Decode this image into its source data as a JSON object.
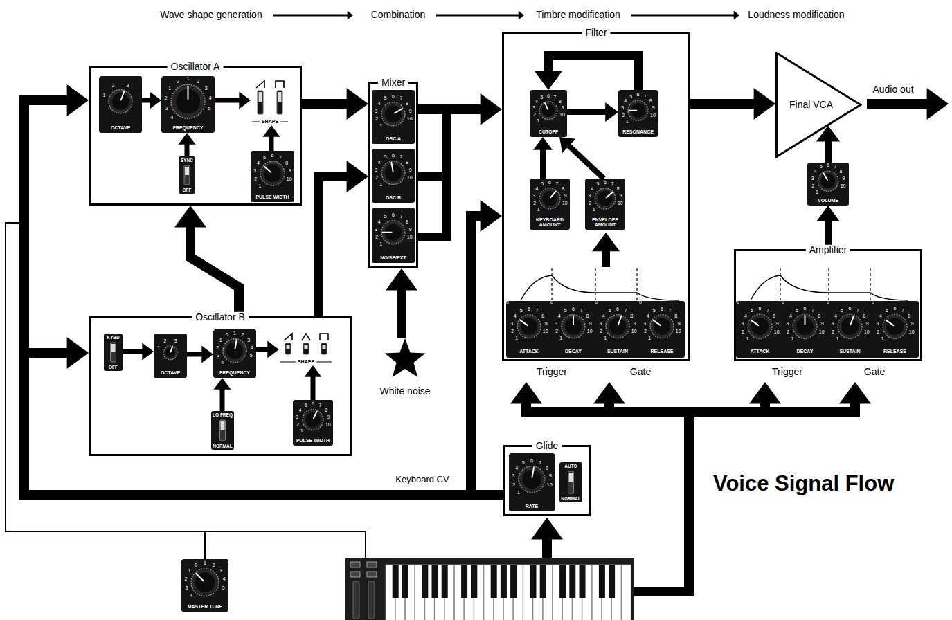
{
  "diagram": {
    "title": "Voice Signal Flow",
    "nodes": [
      {
        "text": [
          "Oscillator A"
        ]
      },
      {
        "text": [
          "OCTAVE",
          "0",
          "1",
          "2",
          "3"
        ],
        "in": 0
      },
      {
        "text": [
          "FREQUENCY",
          "5",
          "4",
          "3",
          "2",
          "1",
          "0",
          "1",
          "2",
          "3",
          "4",
          "5"
        ],
        "in": 0
      },
      {
        "text": [
          "SHAPE"
        ],
        "in": 0
      },
      {
        "text": [
          "SYNC",
          "OFF"
        ],
        "in": 0
      },
      {
        "text": [
          "PULSE WIDTH",
          "0",
          "1",
          "2",
          "3",
          "4",
          "5",
          "6",
          "7",
          "8",
          "9",
          "10"
        ],
        "in": 0
      },
      {
        "text": [
          "Mixer"
        ]
      },
      {
        "text": [
          "OSC A",
          "0",
          "1",
          "2",
          "3",
          "4",
          "5",
          "6",
          "7",
          "8",
          "9",
          "10"
        ],
        "in": 6
      },
      {
        "text": [
          "OSC B",
          "0",
          "1",
          "2",
          "3",
          "4",
          "5",
          "6",
          "7",
          "8",
          "9",
          "10"
        ],
        "in": 6
      },
      {
        "text": [
          "NOISE/EXT",
          "0",
          "1",
          "2",
          "3",
          "4",
          "5",
          "6",
          "7",
          "8",
          "9",
          "10"
        ],
        "in": 6
      },
      {
        "text": [
          "Filter"
        ]
      },
      {
        "text": [
          "CUTOFF",
          "0",
          "1",
          "2",
          "3",
          "4",
          "5",
          "6",
          "7",
          "8",
          "9",
          "10"
        ],
        "in": 10
      },
      {
        "text": [
          "RESONANCE",
          "0",
          "1",
          "2",
          "3",
          "4",
          "5",
          "6",
          "7",
          "8",
          "9",
          "10"
        ],
        "in": 10
      },
      {
        "text": [
          "KEYBOARD AMOUNT",
          "0",
          "1",
          "2",
          "3",
          "4",
          "5",
          "6",
          "7",
          "8",
          "9",
          "10"
        ],
        "in": 10
      },
      {
        "text": [
          "ENVELOPE AMOUNT",
          "0",
          "1",
          "2",
          "3",
          "4",
          "5",
          "6",
          "7",
          "8",
          "9",
          "10"
        ],
        "in": 10
      },
      {
        "text": [
          "ATTACK",
          "0",
          "1",
          "2",
          "3",
          "4",
          "5",
          "6",
          "7",
          "8",
          "9",
          "10"
        ],
        "in": 10
      },
      {
        "text": [
          "DECAY",
          "0",
          "1",
          "2",
          "3",
          "4",
          "5",
          "6",
          "7",
          "8",
          "9",
          "10"
        ],
        "in": 10
      },
      {
        "text": [
          "SUSTAIN",
          "0",
          "1",
          "2",
          "3",
          "4",
          "5",
          "6",
          "7",
          "8",
          "9",
          "10"
        ],
        "in": 10
      },
      {
        "text": [
          "RELEASE",
          "0",
          "1",
          "2",
          "3",
          "4",
          "5",
          "6",
          "7",
          "8",
          "9",
          "10"
        ],
        "in": 10
      },
      {
        "text": [
          "Final VCA"
        ]
      },
      {
        "text": [
          "VOLUME",
          "0",
          "1",
          "2",
          "3",
          "4",
          "5",
          "6",
          "7",
          "8",
          "9",
          "10"
        ]
      },
      {
        "text": [
          "Amplifier"
        ]
      },
      {
        "text": [
          "ATTACK",
          "0",
          "1",
          "2",
          "3",
          "4",
          "5",
          "6",
          "7",
          "8",
          "9",
          "10"
        ],
        "in": 21
      },
      {
        "text": [
          "DECAY",
          "0",
          "1",
          "2",
          "3",
          "4",
          "5",
          "6",
          "7",
          "8",
          "9",
          "10"
        ],
        "in": 21
      },
      {
        "text": [
          "SUSTAIN",
          "0",
          "1",
          "2",
          "3",
          "4",
          "5",
          "6",
          "7",
          "8",
          "9",
          "10"
        ],
        "in": 21
      },
      {
        "text": [
          "RELEASE",
          "0",
          "1",
          "2",
          "3",
          "4",
          "5",
          "6",
          "7",
          "8",
          "9",
          "10"
        ],
        "in": 21
      },
      {
        "text": [
          "Oscillator B"
        ]
      },
      {
        "text": [
          "KYBD",
          "OFF"
        ],
        "in": 26
      },
      {
        "text": [
          "OCTAVE",
          "0",
          "1",
          "2",
          "3"
        ],
        "in": 26
      },
      {
        "text": [
          "FREQUENCY",
          "5",
          "4",
          "3",
          "2",
          "1",
          "0",
          "1",
          "2",
          "3",
          "4",
          "5"
        ],
        "in": 26
      },
      {
        "text": [
          "SHAPE"
        ],
        "in": 26
      },
      {
        "text": [
          "LO FREQ",
          "NORMAL"
        ],
        "in": 26
      },
      {
        "text": [
          "PULSE WIDTH",
          "0",
          "1",
          "2",
          "3",
          "4",
          "5",
          "6",
          "7",
          "8",
          "9",
          "10"
        ],
        "in": 26
      },
      {
        "text": [
          "White noise"
        ]
      },
      {
        "text": [
          "Glide"
        ]
      },
      {
        "text": [
          "RATE",
          "0",
          "1",
          "2",
          "3",
          "4",
          "5",
          "6",
          "7",
          "8",
          "9",
          "10"
        ],
        "in": 34
      },
      {
        "text": [
          "AUTO",
          "NORMAL"
        ],
        "in": 34
      },
      {
        "text": [
          "MASTER TUNE",
          "5",
          "4",
          "3",
          "2",
          "1",
          "0",
          "1",
          "2",
          "3",
          "4",
          "5"
        ]
      }
    ],
    "edges": [
      {
        "from": 1,
        "to": 2,
        "arrow": "to"
      },
      {
        "from": 2,
        "to": 3,
        "arrow": "to"
      },
      {
        "from": 4,
        "to": 2,
        "arrow": "to"
      },
      {
        "from": 5,
        "to": 3,
        "arrow": "to"
      },
      {
        "from": 0,
        "to": 6,
        "arrow": "to"
      },
      {
        "from": 26,
        "to": 0,
        "arrow": "to"
      },
      {
        "from": 26,
        "to": 6,
        "arrow": "to"
      },
      {
        "from": 33,
        "to": 6,
        "arrow": "to"
      },
      {
        "from": 6,
        "to": 10,
        "arrow": "to"
      },
      {
        "from": 11,
        "to": 12,
        "arrow": "to"
      },
      {
        "from": 12,
        "to": 11,
        "arrow": "to"
      },
      {
        "from": 13,
        "to": 11,
        "arrow": "to"
      },
      {
        "from": 14,
        "to": 11,
        "arrow": "to"
      },
      {
        "from": 10,
        "to": 19,
        "arrow": "to"
      },
      {
        "from": 20,
        "to": 19,
        "arrow": "to"
      },
      {
        "from": 21,
        "to": 20,
        "arrow": "to"
      },
      {
        "from": 27,
        "to": 28,
        "arrow": "to"
      },
      {
        "from": 28,
        "to": 29,
        "arrow": "to"
      },
      {
        "from": 29,
        "to": 30,
        "arrow": "to"
      },
      {
        "from": 31,
        "to": 29,
        "arrow": "to"
      },
      {
        "from": 32,
        "to": 30,
        "arrow": "to"
      },
      {
        "from": 34,
        "to": 0,
        "arrow": "to"
      },
      {
        "from": 34,
        "to": 26,
        "arrow": "to"
      },
      {
        "from": 34,
        "to": 10,
        "arrow": "to"
      }
    ],
    "labels": [
      "Wave shape generation",
      "Combination",
      "Timbre modification",
      "Loudness modification",
      "Audio out",
      "Trigger",
      "Gate",
      "Trigger",
      "Gate",
      "Keyboard CV"
    ]
  }
}
